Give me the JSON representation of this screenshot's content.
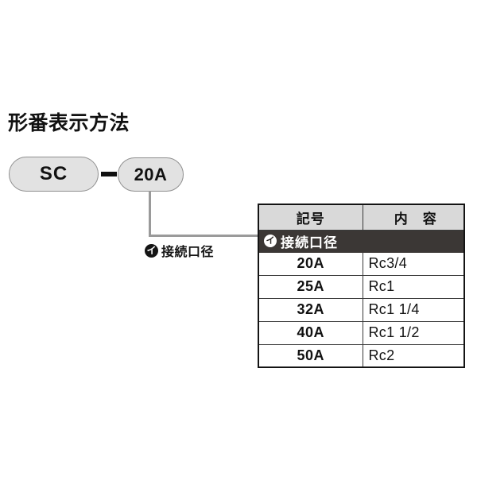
{
  "page": {
    "title": "形番表示方法",
    "background_color": "#ffffff"
  },
  "model_code": {
    "pills": [
      {
        "id": "series",
        "label": "SC"
      },
      {
        "id": "port-size",
        "label": "20A"
      }
    ],
    "separator": "–"
  },
  "callout": {
    "marker": "イ",
    "label": "接続口径"
  },
  "table": {
    "headers": {
      "symbol": "記号",
      "content": "内　容"
    },
    "group_row": {
      "marker": "イ",
      "label": "接続口径",
      "background_color": "#3b3735",
      "text_color": "#ffffff"
    },
    "rows": [
      {
        "symbol": "20A",
        "content": "Rc3/4"
      },
      {
        "symbol": "25A",
        "content": "Rc1"
      },
      {
        "symbol": "32A",
        "content": "Rc1 1/4"
      },
      {
        "symbol": "40A",
        "content": "Rc1 1/2"
      },
      {
        "symbol": "50A",
        "content": "Rc2"
      }
    ]
  },
  "colors": {
    "pill_fill": "#e2e2e2",
    "pill_border": "#8f8f8f",
    "header_fill": "#d9d9d9",
    "dark_row": "#3b3735",
    "leader_line": "#9a9a9a",
    "text": "#111111"
  }
}
